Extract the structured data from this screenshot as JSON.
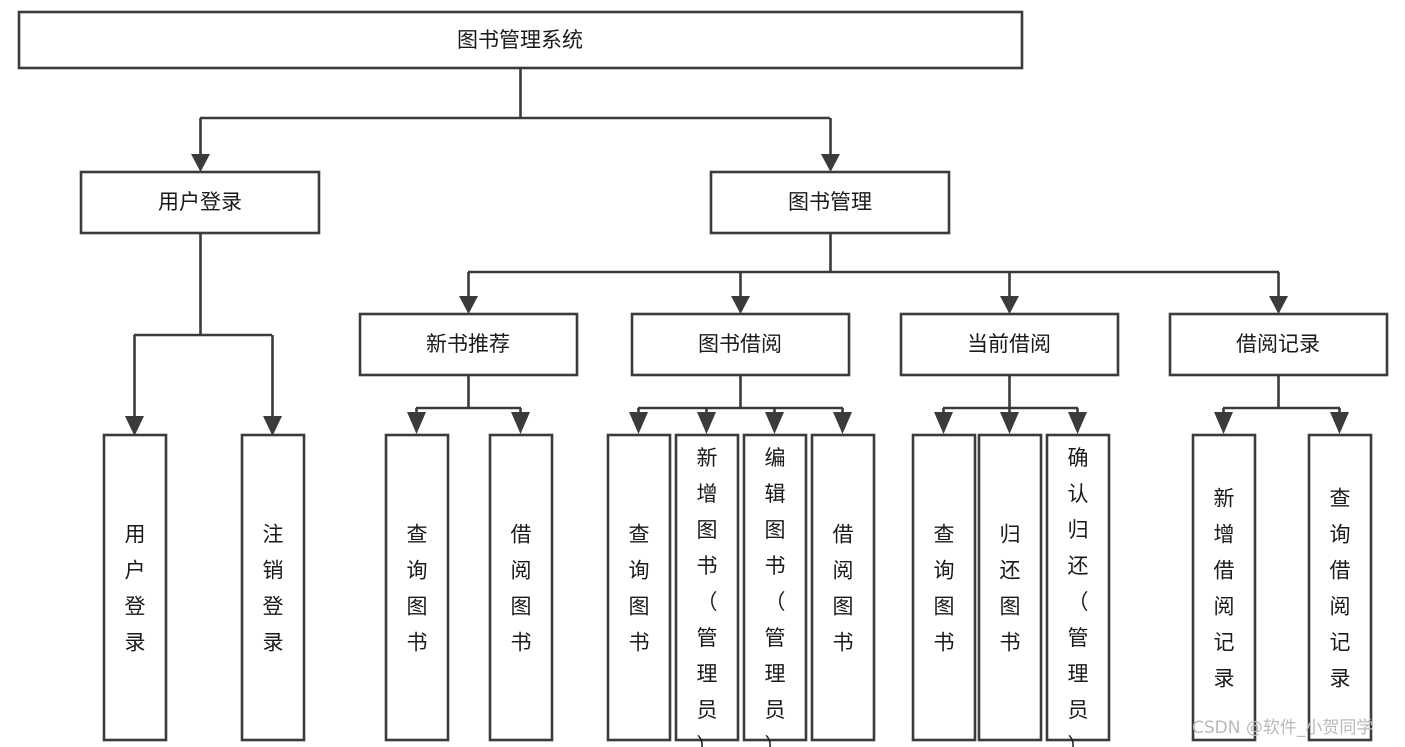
{
  "diagram": {
    "type": "tree-hierarchy",
    "title": "图书管理系统",
    "root": {
      "id": "root",
      "label": "图书管理系统",
      "orientation": "horizontal"
    },
    "level1": [
      {
        "id": "user-login",
        "label": "用户登录",
        "orientation": "horizontal"
      },
      {
        "id": "book-manage",
        "label": "图书管理",
        "orientation": "horizontal"
      }
    ],
    "level2": [
      {
        "id": "new-book-recommend",
        "label": "新书推荐",
        "parent": "book-manage",
        "orientation": "horizontal"
      },
      {
        "id": "book-borrow",
        "label": "图书借阅",
        "parent": "book-manage",
        "orientation": "horizontal"
      },
      {
        "id": "current-borrow",
        "label": "当前借阅",
        "parent": "book-manage",
        "orientation": "horizontal"
      },
      {
        "id": "borrow-record",
        "label": "借阅记录",
        "parent": "book-manage",
        "orientation": "horizontal"
      }
    ],
    "leaves": [
      {
        "id": "leaf-user-login",
        "label": "用户登录",
        "parent": "user-login",
        "orientation": "vertical"
      },
      {
        "id": "leaf-logout-login",
        "label": "注销登录",
        "parent": "user-login",
        "orientation": "vertical"
      },
      {
        "id": "leaf-query-book-1",
        "label": "查询图书",
        "parent": "new-book-recommend",
        "orientation": "vertical"
      },
      {
        "id": "leaf-borrow-book-1",
        "label": "借阅图书",
        "parent": "new-book-recommend",
        "orientation": "vertical"
      },
      {
        "id": "leaf-query-book-2",
        "label": "查询图书",
        "parent": "book-borrow",
        "orientation": "vertical"
      },
      {
        "id": "leaf-add-book",
        "label": "新增图书（管理员）",
        "parent": "book-borrow",
        "orientation": "vertical"
      },
      {
        "id": "leaf-edit-book",
        "label": "编辑图书（管理员）",
        "parent": "book-borrow",
        "orientation": "vertical"
      },
      {
        "id": "leaf-borrow-book-2",
        "label": "借阅图书",
        "parent": "book-borrow",
        "orientation": "vertical"
      },
      {
        "id": "leaf-query-book-3",
        "label": "查询图书",
        "parent": "current-borrow",
        "orientation": "vertical"
      },
      {
        "id": "leaf-return-book",
        "label": "归还图书",
        "parent": "current-borrow",
        "orientation": "vertical"
      },
      {
        "id": "leaf-confirm-return",
        "label": "确认归还（管理员）",
        "parent": "current-borrow",
        "orientation": "vertical"
      },
      {
        "id": "leaf-add-record",
        "label": "新增借阅记录",
        "parent": "borrow-record",
        "orientation": "vertical"
      },
      {
        "id": "leaf-query-record",
        "label": "查询借阅记录",
        "parent": "borrow-record",
        "orientation": "vertical"
      }
    ],
    "colors": {
      "box_fill": "#ffffff",
      "box_stroke": "#3b3b3b",
      "text": "#1a1a1a",
      "background": "#ffffff",
      "watermark": "#b9b9b9"
    }
  },
  "watermark": {
    "label": "CSDN @软件_小贺同学"
  }
}
